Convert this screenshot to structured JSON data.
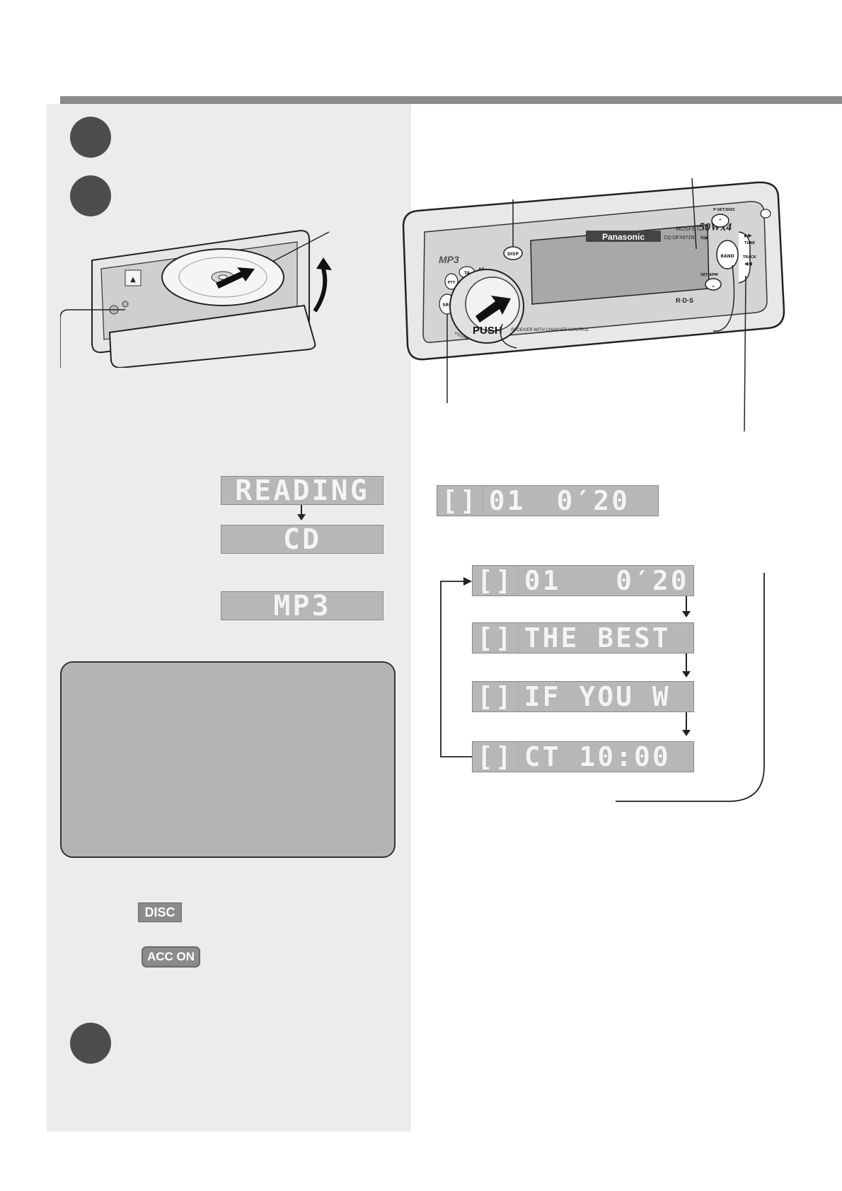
{
  "displays": {
    "loading_sequence": [
      "READING",
      "CD"
    ],
    "mp3": "MP3",
    "playback": {
      "icon": "[]",
      "track": "01",
      "time": "0′20"
    },
    "cycle": [
      {
        "icon": "[]",
        "text": "01   0′20"
      },
      {
        "icon": "[]",
        "text": "THE BEST"
      },
      {
        "icon": "[]",
        "text": "IF YOU W"
      },
      {
        "icon": "[]",
        "text": "CT 10:00"
      }
    ]
  },
  "badges": {
    "disc": "DISC",
    "acc_on": "ACC ON"
  },
  "unit": {
    "brand": "Panasonic",
    "model": "CQ-DFX972N",
    "mp3_logo": "MP3",
    "power": "50Wx4",
    "mosfet": "MOSFET",
    "push_label": "PUSH",
    "receiver_text": "RECEIVER WITH CHANGER CONTROL",
    "rds_logo": "R·D·S",
    "buttons": {
      "disp": "DISP",
      "ta": "TA",
      "af": "AF",
      "pty": "PTY",
      "src": "SRC",
      "band": "BAND",
      "pset": "P·SET/DISC",
      "tune": "TUNE",
      "track": "TRACK",
      "setapm": "SET/APM",
      "volume": "VOLUME",
      "pause": "II/▶"
    }
  }
}
